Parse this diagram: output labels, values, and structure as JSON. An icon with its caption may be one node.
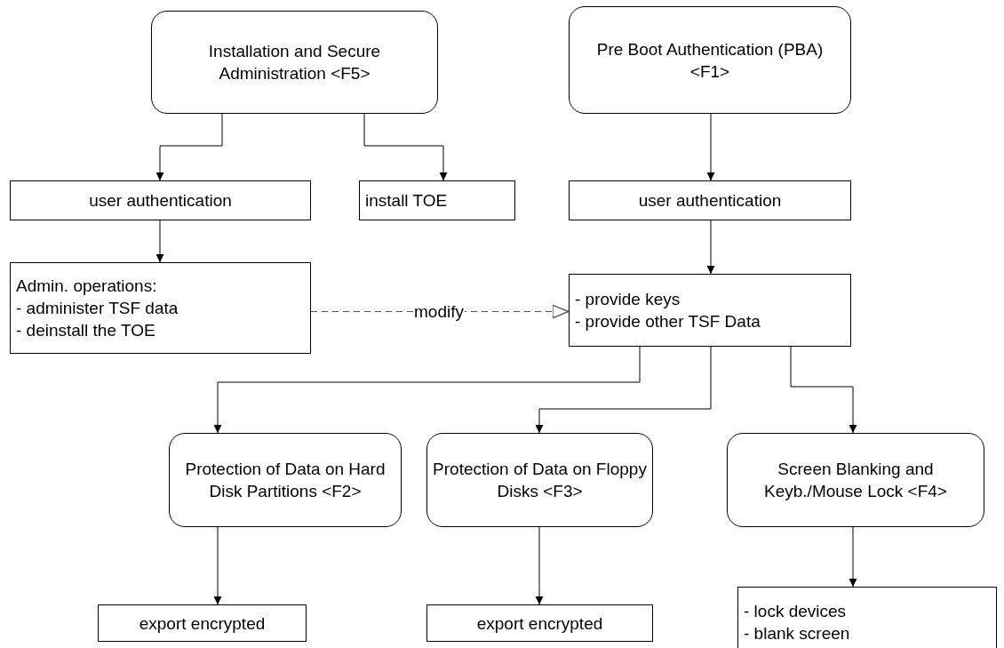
{
  "diagram": {
    "nodes": [
      {
        "text": [
          "Installation and Secure Administration <F5>"
        ]
      },
      {
        "text": [
          "Pre Boot Authentication (PBA) <F1>"
        ]
      },
      {
        "text": [
          "user authentication"
        ]
      },
      {
        "text": [
          "install TOE"
        ]
      },
      {
        "text": [
          "user authentication"
        ]
      },
      {
        "text": [
          "Admin. operations:",
          "- administer TSF data",
          "- deinstall the TOE"
        ]
      },
      {
        "text": [
          "- provide keys",
          "- provide other TSF Data"
        ]
      },
      {
        "text": [
          "Protection of Data on Hard Disk Partitions <F2>"
        ]
      },
      {
        "text": [
          "Protection of Data on Floppy Disks <F3>"
        ]
      },
      {
        "text": [
          "Screen Blanking and Keyb./Mouse Lock <F4>"
        ]
      },
      {
        "text": [
          "export encrypted"
        ]
      },
      {
        "text": [
          "export encrypted"
        ]
      },
      {
        "text": [
          "- lock devices",
          "- blank screen"
        ]
      }
    ],
    "edges": [
      {
        "from": 0,
        "to": 2,
        "arrow": "to"
      },
      {
        "from": 0,
        "to": 3,
        "arrow": "to"
      },
      {
        "from": 1,
        "to": 4,
        "arrow": "to"
      },
      {
        "from": 2,
        "to": 5,
        "arrow": "to"
      },
      {
        "from": 4,
        "to": 6,
        "arrow": "to"
      },
      {
        "from": 5,
        "to": 6,
        "arrow": "to",
        "label": "modify",
        "style": "dashed",
        "color": "#555555"
      },
      {
        "from": 6,
        "to": 7,
        "arrow": "to"
      },
      {
        "from": 6,
        "to": 8,
        "arrow": "to"
      },
      {
        "from": 6,
        "to": 9,
        "arrow": "to"
      },
      {
        "from": 7,
        "to": 10,
        "arrow": "to"
      },
      {
        "from": 8,
        "to": 11,
        "arrow": "to"
      },
      {
        "from": 9,
        "to": 12,
        "arrow": "to"
      }
    ]
  }
}
